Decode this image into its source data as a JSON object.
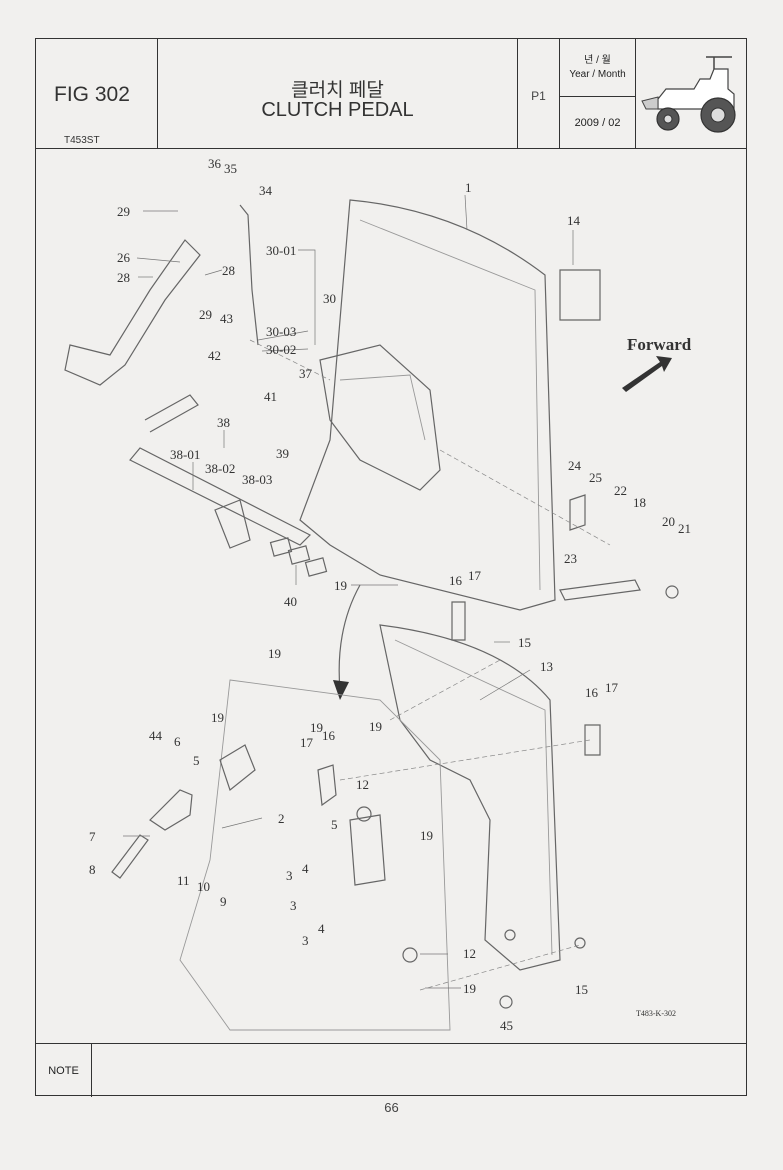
{
  "header": {
    "fig_no": "FIG 302",
    "model": "T453ST",
    "title_ko": "클러치 페달",
    "title_en": "CLUTCH PEDAL",
    "page_code": "P1",
    "date_label_ko": "년 / 월",
    "date_label_en": "Year / Month",
    "date_value": "2009 / 02",
    "logo_icon": "tractor-icon"
  },
  "diagram": {
    "forward_label": "Forward",
    "drawing_code": "T483-K-302",
    "callouts": [
      "1",
      "2",
      "3",
      "3",
      "3",
      "4",
      "4",
      "5",
      "5",
      "6",
      "7",
      "8",
      "9",
      "10",
      "11",
      "12",
      "12",
      "13",
      "14",
      "15",
      "15",
      "16",
      "16",
      "16",
      "17",
      "17",
      "17",
      "18",
      "19",
      "19",
      "19",
      "19",
      "19",
      "19",
      "19",
      "20",
      "21",
      "22",
      "23",
      "24",
      "25",
      "26",
      "28",
      "28",
      "29",
      "29",
      "30",
      "30-01",
      "30-02",
      "30-03",
      "34",
      "35",
      "36",
      "37",
      "38",
      "38-01",
      "38-02",
      "38-03",
      "39",
      "40",
      "41",
      "42",
      "43",
      "44",
      "45"
    ]
  },
  "footer": {
    "note_label": "NOTE",
    "page_number": "66"
  }
}
